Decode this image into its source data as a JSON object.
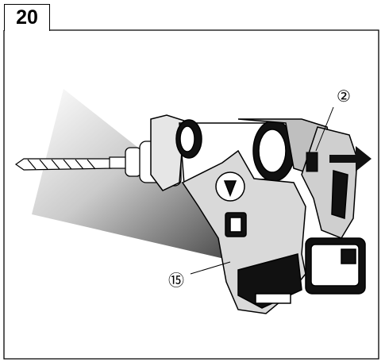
{
  "figure": {
    "number": "20",
    "callouts": [
      {
        "id": "callout-2",
        "label": "②"
      },
      {
        "id": "callout-15",
        "label": "⑮"
      }
    ]
  }
}
